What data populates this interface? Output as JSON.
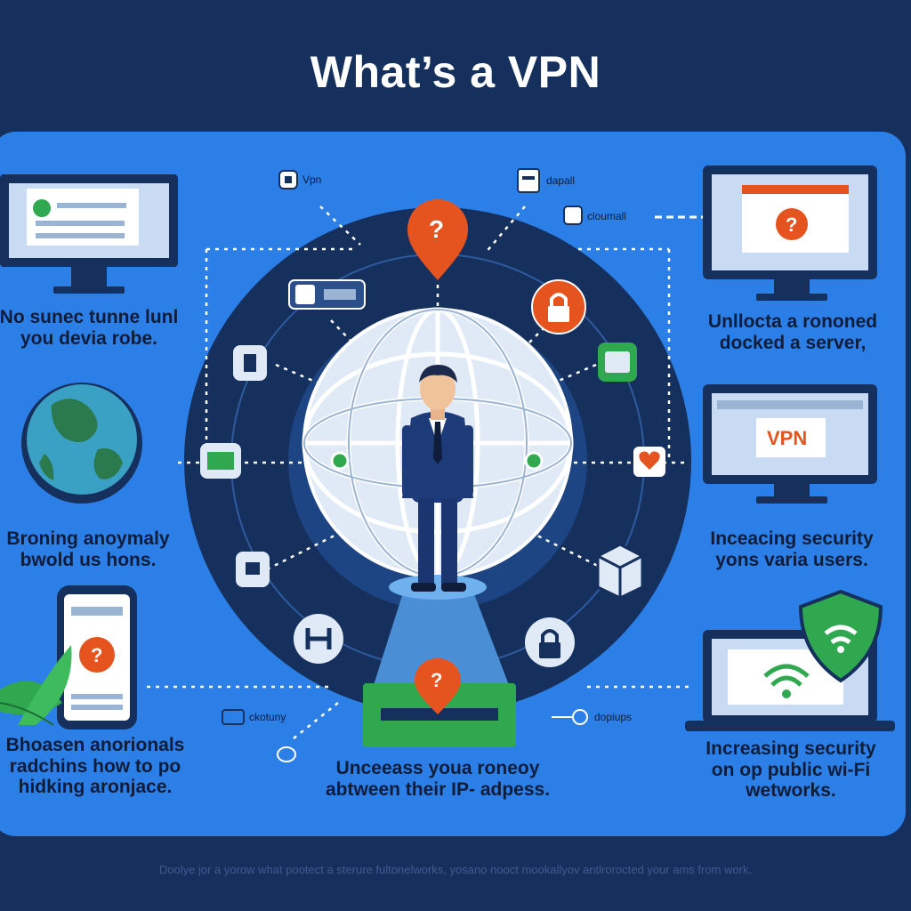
{
  "title": "What’s a VPN",
  "left_captions": [
    "No sunec tunne lunl\nyou devia robe.",
    "Broning anoymaly\nbwold us hons.",
    "Bhoasen anorionals\nradchins how to po\nhidking aronjace."
  ],
  "right_captions": [
    "Unllocta a rononed\ndocked a server,",
    "Inceacing security\nyons varia users.",
    "Increasing security\non op public wi-Fi\nwetworks."
  ],
  "bottom_caption": "Unceeass youa roneoy\nabtween their IP- adpess.",
  "small_labels": {
    "vpn": "Vpn",
    "top_right": "dapall",
    "mid_right": "cloumall",
    "bottom_left": "ckotuny",
    "bottom_right": "dopiups"
  },
  "monitor_vpn_text": "VPN",
  "question_mark": "?",
  "footer": "Doolye jor a yorow what pootect a sterure fultonelworks, yosano nooct mookallyov antlrorocted your ams from work.",
  "colors": {
    "background": "#16305e",
    "panel": "#2b7fe6",
    "hub": "#16305e",
    "accent_orange": "#e5541f",
    "accent_green": "#2fa84f",
    "text_dark": "#0f1d3a"
  },
  "icons": [
    "monitor-icon",
    "globe-icon",
    "phone-icon",
    "leaf-icon",
    "question-pin-icon",
    "lock-pin-icon",
    "shield-wifi-icon",
    "laptop-icon",
    "person-icon",
    "router-icon",
    "box-icon",
    "heart-icon",
    "padlock-icon"
  ]
}
